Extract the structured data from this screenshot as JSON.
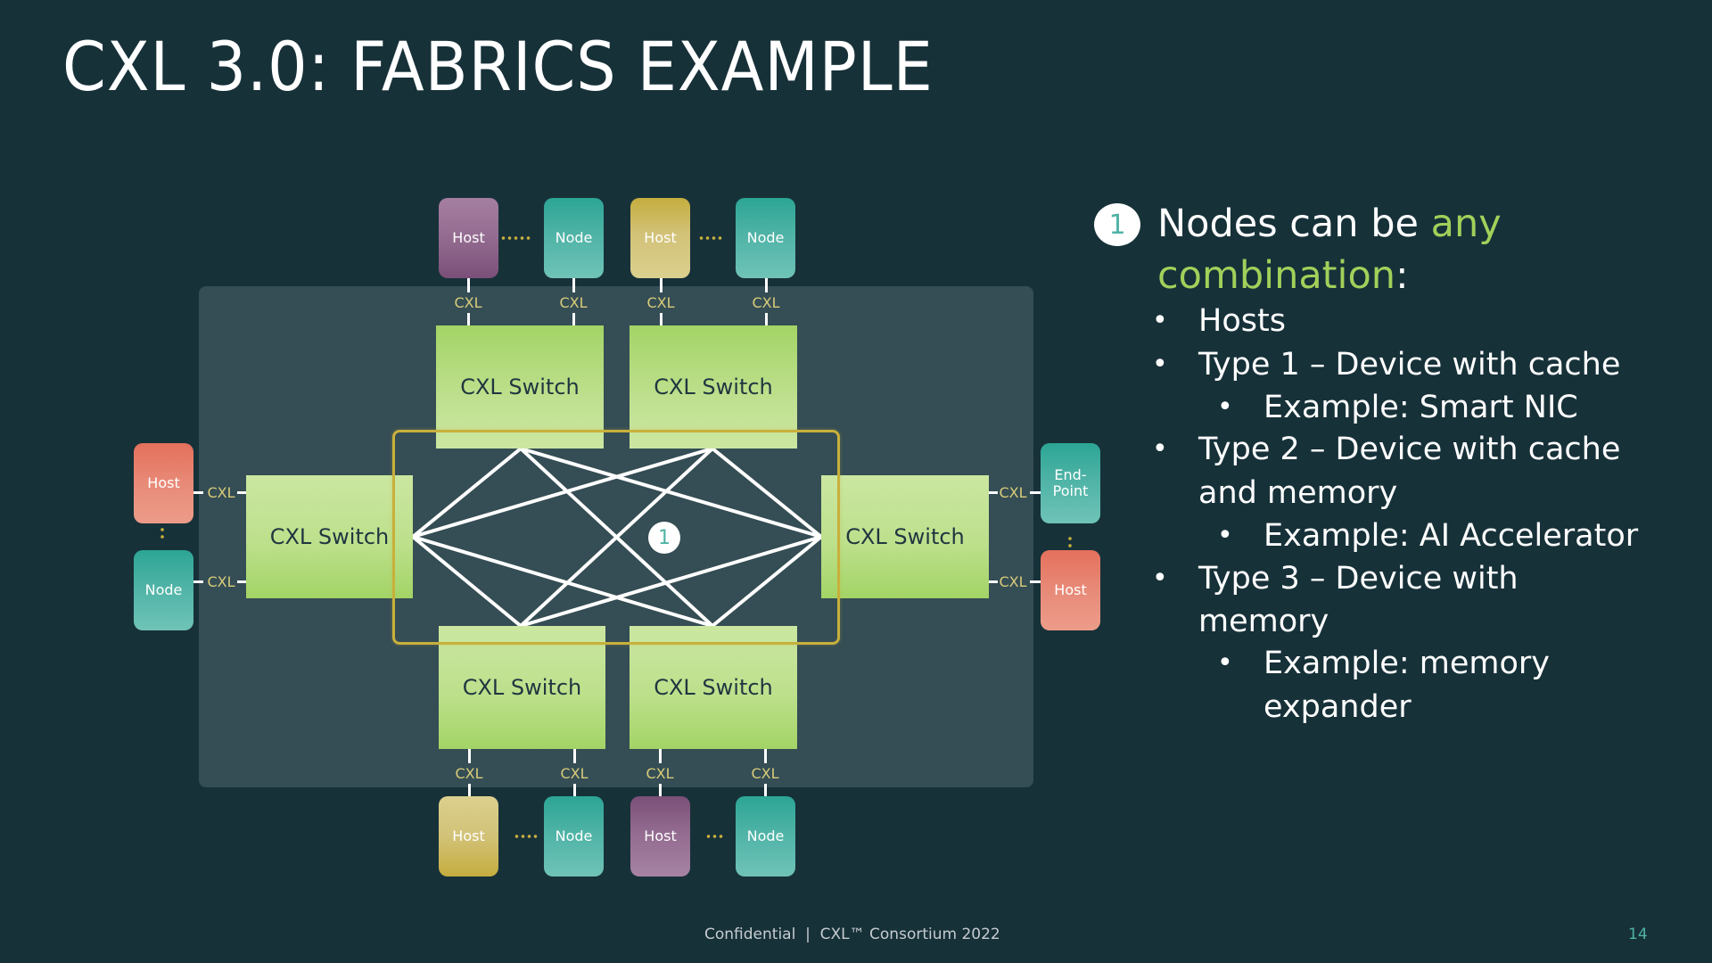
{
  "slide": {
    "title": "CXL 3.0: FABRICS EXAMPLE",
    "footer": "Confidential  |  CXL™ Consortium 2022",
    "page_number": "14"
  },
  "colors": {
    "background": "#173139",
    "panel": "#354d54",
    "switch_green": "#a3d466",
    "accent_green": "#a2d05a",
    "cxl_label": "#d8cc7a",
    "mesh_frame": "#c8b03c",
    "teal": "#4fb3a5",
    "purple": "#936b90",
    "yellow": "#d2c278",
    "red": "#e88a78"
  },
  "diagram": {
    "link_label": "CXL",
    "callout_number": "1",
    "switches": {
      "top_left": "CXL Switch",
      "top_right": "CXL Switch",
      "left": "CXL Switch",
      "right": "CXL Switch",
      "bottom_left": "CXL Switch",
      "bottom_right": "CXL Switch"
    },
    "top_nodes": [
      {
        "label": "Host",
        "color": "purple"
      },
      {
        "label": "Node",
        "color": "teal"
      },
      {
        "label": "Host",
        "color": "yellow"
      },
      {
        "label": "Node",
        "color": "teal"
      }
    ],
    "bottom_nodes": [
      {
        "label": "Host",
        "color": "yellow"
      },
      {
        "label": "Node",
        "color": "teal"
      },
      {
        "label": "Host",
        "color": "purple"
      },
      {
        "label": "Node",
        "color": "teal"
      }
    ],
    "left_nodes": [
      {
        "label": "Host",
        "color": "red"
      },
      {
        "label": "Node",
        "color": "teal"
      }
    ],
    "right_nodes": [
      {
        "label": "End-\nPoint",
        "color": "teal"
      },
      {
        "label": "Host",
        "color": "red"
      }
    ]
  },
  "notes": {
    "callout_number": "1",
    "heading_prefix": "Nodes can be ",
    "heading_accent_1": "any",
    "heading_accent_2": "combination",
    "heading_suffix": ":",
    "bullets": [
      {
        "level": 1,
        "text": "Hosts"
      },
      {
        "level": 1,
        "text": "Type 1 – Device with cache"
      },
      {
        "level": 2,
        "text": "Example: Smart NIC"
      },
      {
        "level": 1,
        "text": "Type 2 – Device with cache"
      },
      {
        "level": 1,
        "text": "and memory",
        "continuation": true
      },
      {
        "level": 2,
        "text": "Example: AI Accelerator"
      },
      {
        "level": 1,
        "text": "Type 3 – Device with"
      },
      {
        "level": 1,
        "text": "memory",
        "continuation": true
      },
      {
        "level": 2,
        "text": "Example: memory"
      },
      {
        "level": 2,
        "text": "expander",
        "continuation": true
      }
    ],
    "bullet_glyph": "•"
  }
}
